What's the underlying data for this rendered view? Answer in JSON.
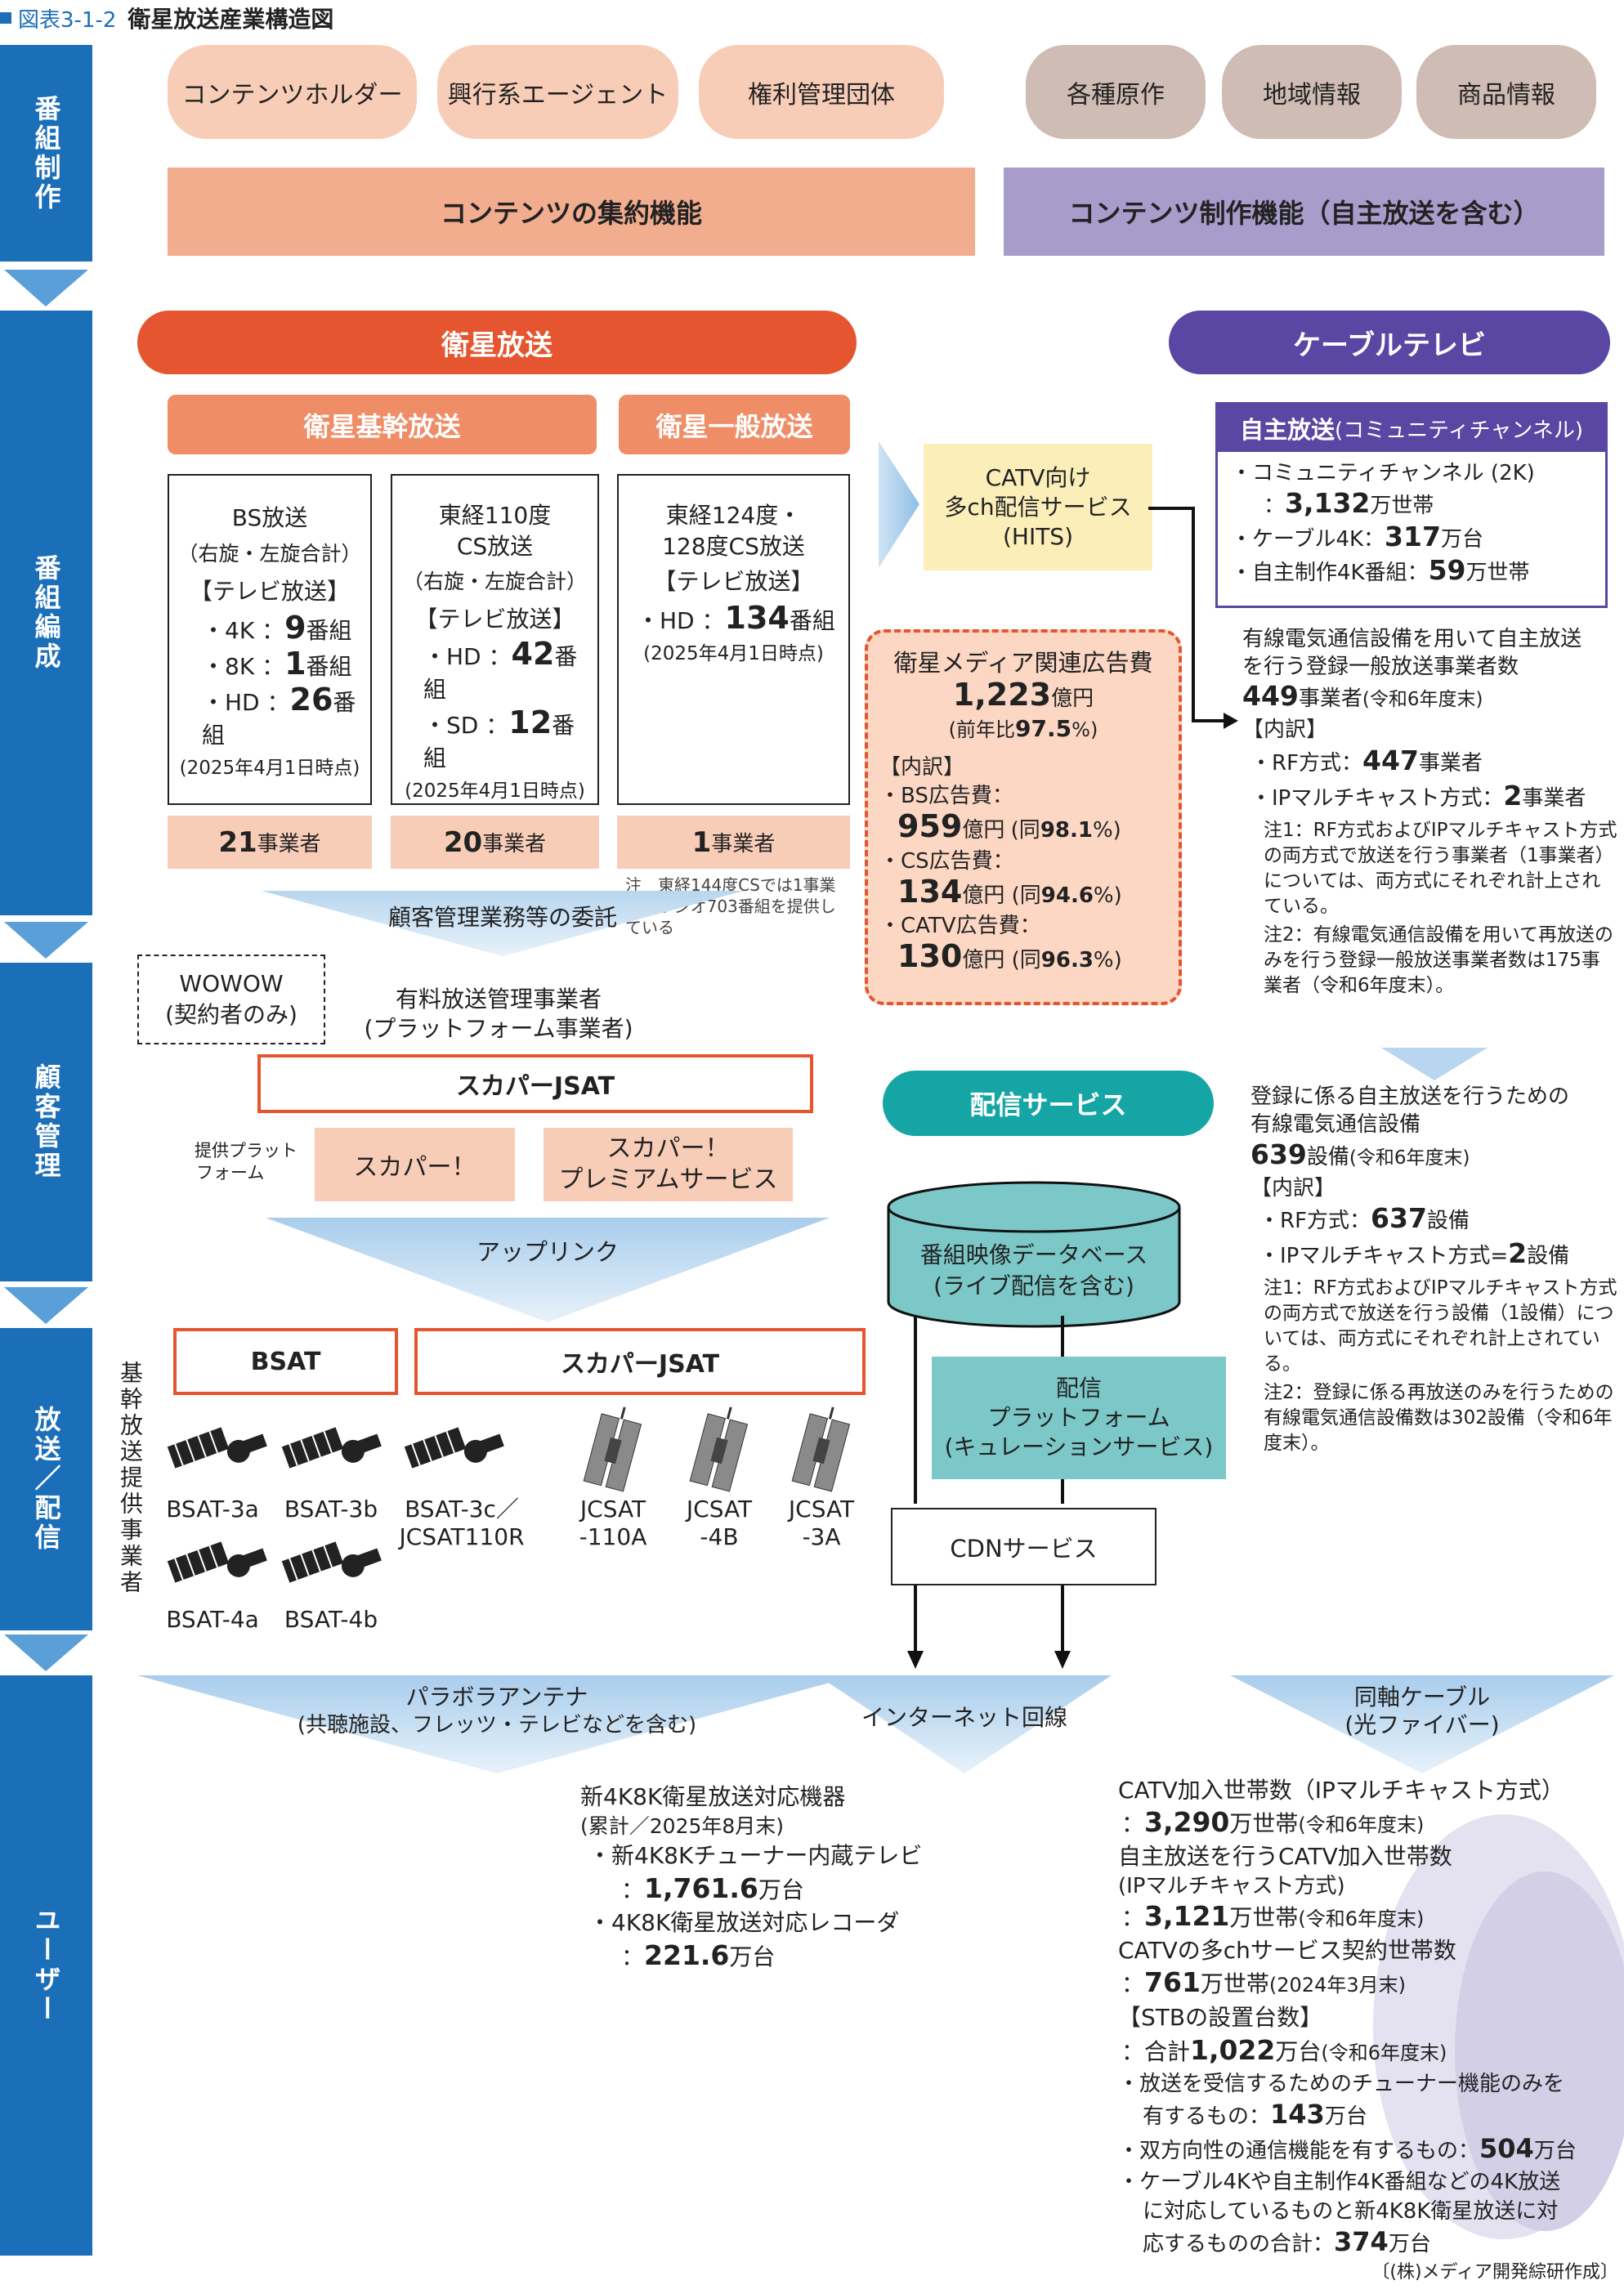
{
  "header": {
    "figure_no": "図表3-1-2",
    "title": "衛星放送産業構造図"
  },
  "bands": [
    "番組制作",
    "番組編成",
    "顧客管理",
    "放送／配信",
    "ユーザー"
  ],
  "production": {
    "pills_left": [
      "コンテンツホルダー",
      "興行系エージェント",
      "権利管理団体"
    ],
    "pills_right": [
      "各種原作",
      "地域情報",
      "商品情報"
    ],
    "bar_left": "コンテンツの集約機能",
    "bar_right": "コンテンツ制作機能（自主放送を含む）"
  },
  "satellite": {
    "title": "衛星放送",
    "core": "衛星基幹放送",
    "general": "衛星一般放送",
    "bs": {
      "name": "BS放送",
      "sub": "（右旋・左旋合計）",
      "tv": "【テレビ放送】",
      "4k_label": "・4K ：",
      "4k": "9",
      "8k_label": "・8K ：",
      "8k": "1",
      "hd_label": "・HD ：",
      "hd": "26",
      "unit": "番組",
      "date": "(2025年4月1日時点)"
    },
    "cs110": {
      "name1": "東経110度",
      "name2": "CS放送",
      "sub": "（右旋・左旋合計）",
      "tv": "【テレビ放送】",
      "hd_label": "・HD ：",
      "hd": "42",
      "sd_label": "・SD ：",
      "sd": "12",
      "unit": "番組",
      "date": "(2025年4月1日時点)"
    },
    "cs124": {
      "name1": "東経124度・",
      "name2": "128度CS放送",
      "tv": "【テレビ放送】",
      "hd_label": "・HD ：",
      "hd": "134",
      "unit": "番組",
      "date": "(2025年4月1日時点)"
    },
    "operators": [
      {
        "n": "21",
        "u": "事業者"
      },
      {
        "n": "20",
        "u": "事業者"
      },
      {
        "n": "1",
        "u": "事業者"
      }
    ],
    "note": "注　東経144度CSでは1事業者がラジオ703番組を提供している"
  },
  "hits": {
    "l1": "CATV向け",
    "l2": "多ch配信サービス",
    "l3": "(HITS)"
  },
  "ad": {
    "title": "衛星メディア関連広告費",
    "total": "1,223",
    "total_unit": "億円",
    "yoy_pre": "(前年比",
    "yoy": "97.5",
    "yoy_post": "%)",
    "breakdown": "【内訳】",
    "items": [
      {
        "label": "・BS広告費：",
        "v": "959",
        "u": "億円",
        "p_pre": "(同",
        "p": "98.1",
        "p_post": "%)"
      },
      {
        "label": "・CS広告費：",
        "v": "134",
        "u": "億円",
        "p_pre": "(同",
        "p": "94.6",
        "p_post": "%)"
      },
      {
        "label": "・CATV広告費：",
        "v": "130",
        "u": "億円",
        "p_pre": "(同",
        "p": "96.3",
        "p_post": "%)"
      }
    ]
  },
  "cable": {
    "title": "ケーブルテレビ",
    "jishu_title": "自主放送",
    "jishu_sub": "(コミュニティチャンネル)",
    "l1": "・コミュニティチャンネル (2K)",
    "l1v": "3,132",
    "l1u": "万世帯",
    "l2": "・ケーブル4K：",
    "l2v": "317",
    "l2u": "万台",
    "l3": "・自主制作4K番組：",
    "l3v": "59",
    "l3u": "万世帯",
    "op_text1": "有線電気通信設備を用いて自主放送",
    "op_text2": "を行う登録一般放送事業者数",
    "op_v": "449",
    "op_u": "事業者",
    "op_d": "(令和6年度末)",
    "bd": "【内訳】",
    "rf": "・RF方式：",
    "rf_v": "447",
    "rf_u": "事業者",
    "ip": "・IPマルチキャスト方式：",
    "ip_v": "2",
    "ip_u": "事業者",
    "n1": "注1：RF方式およびIPマルチキャスト方式の両方式で放送を行う事業者（1事業者）については、両方式にそれぞれ計上されている。",
    "n2": "注2：有線電気通信設備を用いて再放送のみを行う登録一般放送事業者数は175事業者（令和6年度末）。"
  },
  "facilities": {
    "t1": "登録に係る自主放送を行うための",
    "t2": "有線電気通信設備",
    "v": "639",
    "u": "設備",
    "d": "(令和6年度末)",
    "bd": "【内訳】",
    "rf": "・RF方式：",
    "rf_v": "637",
    "rf_u": "設備",
    "ip": "・IPマルチキャスト方式=",
    "ip_v": "2",
    "ip_u": "設備",
    "n1": "注1：RF方式およびIPマルチキャスト方式の両方式で放送を行う設備（1設備）については、両方式にそれぞれ計上されている。",
    "n2": "注2：登録に係る再放送のみを行うための有線電気通信設備数は302設備（令和6年度末）。"
  },
  "customer": {
    "entrust": "顧客管理業務等の委託",
    "wowow1": "WOWOW",
    "wowow2": "(契約者のみ)",
    "platform1": "有料放送管理事業者",
    "platform2": "(プラットフォーム事業者)",
    "skyperjsat": "スカパーJSAT",
    "provided1": "提供プラット",
    "provided2": "フォーム",
    "skyper": "スカパー！",
    "premium1": "スカパー！",
    "premium2": "プレミアムサービス",
    "uplink": "アップリンク"
  },
  "streaming": {
    "title": "配信サービス",
    "db1": "番組映像データベース",
    "db2": "(ライブ配信を含む)",
    "pf1": "配信",
    "pf2": "プラットフォーム",
    "pf3": "(キュレーションサービス)",
    "cdn": "CDNサービス"
  },
  "broadcast": {
    "bsat": "BSAT",
    "jsat": "スカパーJSAT",
    "vertical": "基幹放送提供事業者",
    "sats": [
      "BSAT-3a",
      "BSAT-3b",
      "BSAT-3c／\nJCSAT110R",
      "JCSAT\n-110A",
      "JCSAT\n-4B",
      "JCSAT\n-3A",
      "BSAT-4a",
      "BSAT-4b"
    ]
  },
  "user": {
    "parabola1": "パラボラアンテナ",
    "parabola2": "(共聴施設、フレッツ・テレビなどを含む)",
    "internet": "インターネット回線",
    "coax1": "同軸ケーブル",
    "coax2": "(光ファイバー)",
    "dev_t": "新4K8K衛星放送対応機器",
    "dev_s": "(累計／2025年8月末)",
    "dev1": "・新4K8Kチューナー内蔵テレビ",
    "dev1_pre": "：",
    "dev1_v": "1,761.6",
    "dev1_u": "万台",
    "dev2": "・4K8K衛星放送対応レコーダ",
    "dev2_pre": "：",
    "dev2_v": "221.6",
    "dev2_u": "万台",
    "c1": "CATV加入世帯数（IPマルチキャスト方式）",
    "c1_v": "3,290",
    "c1_u": "万世帯",
    "c1_d": "(令和6年度末)",
    "c2a": "自主放送を行うCATV加入世帯数",
    "c2b": "(IPマルチキャスト方式)",
    "c2_v": "3,121",
    "c2_u": "万世帯",
    "c2_d": "(令和6年度末)",
    "c3": "CATVの多chサービス契約世帯数",
    "c3_v": "761",
    "c3_u": "万世帯",
    "c3_d": "(2024年3月末)",
    "stb": "【STBの設置台数】",
    "stb_pre": "：合計",
    "stb_v": "1,022",
    "stb_u": "万台",
    "stb_d": "(令和6年度末)",
    "s1a": "・放送を受信するためのチューナー機能のみを",
    "s1b": "有するもの：",
    "s1_v": "143",
    "s1_u": "万台",
    "s2": "・双方向性の通信機能を有するもの：",
    "s2_v": "504",
    "s2_u": "万台",
    "s3a": "・ケーブル4Kや自主制作4K番組などの4K放送",
    "s3b": "に対応しているものと新4K8K衛星放送に対",
    "s3c": "応するものの合計：",
    "s3_v": "374",
    "s3_u": "万台"
  },
  "source": "〔(株)メディア開発綜研作成〕"
}
